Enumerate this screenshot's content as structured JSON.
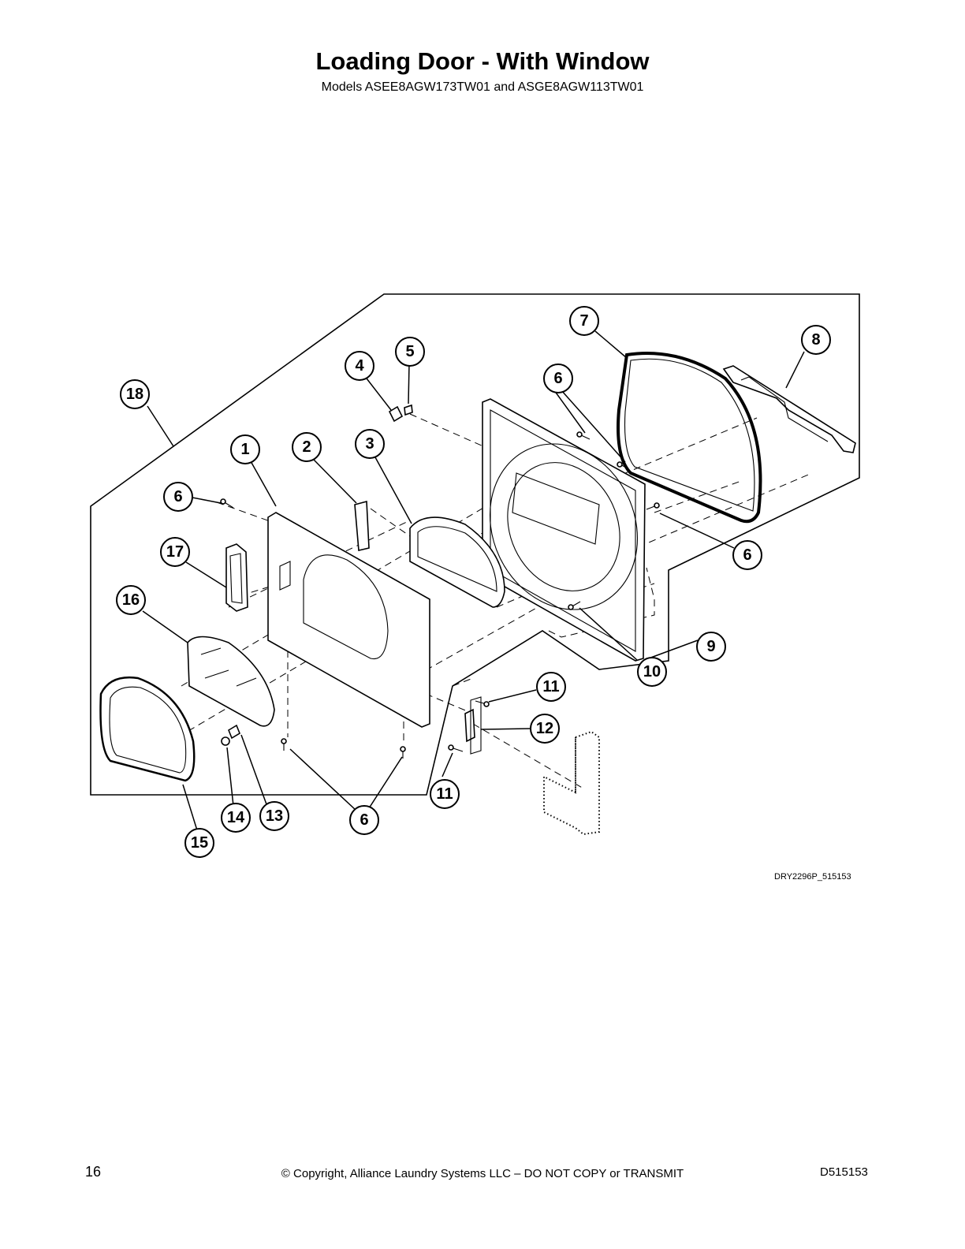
{
  "header": {
    "title": "Loading Door - With Window",
    "subtitle": "Models ASEE8AGW173TW01 and ASGE8AGW113TW01"
  },
  "diagram": {
    "drawing_code": "DRY2296P_515153",
    "callouts": [
      {
        "label": "1"
      },
      {
        "label": "2"
      },
      {
        "label": "3"
      },
      {
        "label": "4"
      },
      {
        "label": "5"
      },
      {
        "label": "6"
      },
      {
        "label": "6"
      },
      {
        "label": "6"
      },
      {
        "label": "6"
      },
      {
        "label": "6"
      },
      {
        "label": "7"
      },
      {
        "label": "8"
      },
      {
        "label": "9"
      },
      {
        "label": "10"
      },
      {
        "label": "11"
      },
      {
        "label": "11"
      },
      {
        "label": "12"
      },
      {
        "label": "13"
      },
      {
        "label": "14"
      },
      {
        "label": "15"
      },
      {
        "label": "16"
      },
      {
        "label": "17"
      },
      {
        "label": "18"
      }
    ]
  },
  "footer": {
    "page_number": "16",
    "copyright": "© Copyright, Alliance Laundry Systems LLC – DO NOT COPY or TRANSMIT",
    "doc_number": "D515153"
  }
}
